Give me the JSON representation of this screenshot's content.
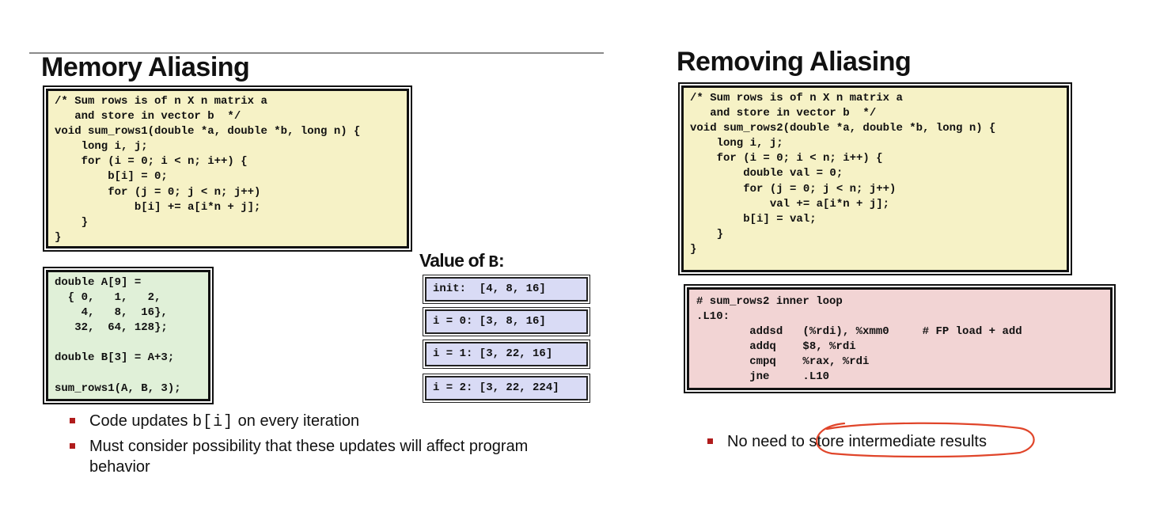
{
  "left": {
    "title": "Memory Aliasing",
    "code": "/* Sum rows is of n X n matrix a\n   and store in vector b  */\nvoid sum_rows1(double *a, double *b, long n) {\n    long i, j;\n    for (i = 0; i < n; i++) {\n        b[i] = 0;\n        for (j = 0; j < n; j++)\n            b[i] += a[i*n + j];\n    }\n}",
    "example_code": "double A[9] =\n  { 0,   1,   2,\n    4,   8,  16},\n   32,  64, 128};\n\ndouble B[3] = A+3;\n\nsum_rows1(A, B, 3);",
    "value_heading_prefix": "Value of ",
    "value_heading_var": "B",
    "value_heading_suffix": ":",
    "values": [
      "init:  [4, 8, 16]",
      "i = 0: [3, 8, 16]",
      "i = 1: [3, 22, 16]",
      "i = 2: [3, 22, 224]"
    ],
    "bullet1_before": "Code updates ",
    "bullet1_code": "b[i]",
    "bullet1_after": " on every iteration",
    "bullet2_line1": "Must consider possibility that these updates will affect program",
    "bullet2_line2": "behavior"
  },
  "right": {
    "title": "Removing Aliasing",
    "code": "/* Sum rows is of n X n matrix a\n   and store in vector b  */\nvoid sum_rows2(double *a, double *b, long n) {\n    long i, j;\n    for (i = 0; i < n; i++) {\n        double val = 0;\n        for (j = 0; j < n; j++)\n            val += a[i*n + j];\n        b[i] = val;\n    }\n}",
    "asm": "# sum_rows2 inner loop\n.L10:\n        addsd   (%rdi), %xmm0     # FP load + add\n        addq    $8, %rdi\n        cmpq    %rax, %rdi\n        jne     .L10",
    "bullet_before": "No need to ",
    "bullet_highlight": "store intermediate results"
  },
  "colors": {
    "code_yellow": "#f6f2c6",
    "code_green": "#e0f0d8",
    "code_pink": "#f2d4d4",
    "value_blue": "#d9dbf5",
    "bullet_red": "#b01c1c",
    "circle_red": "#e0452a"
  }
}
